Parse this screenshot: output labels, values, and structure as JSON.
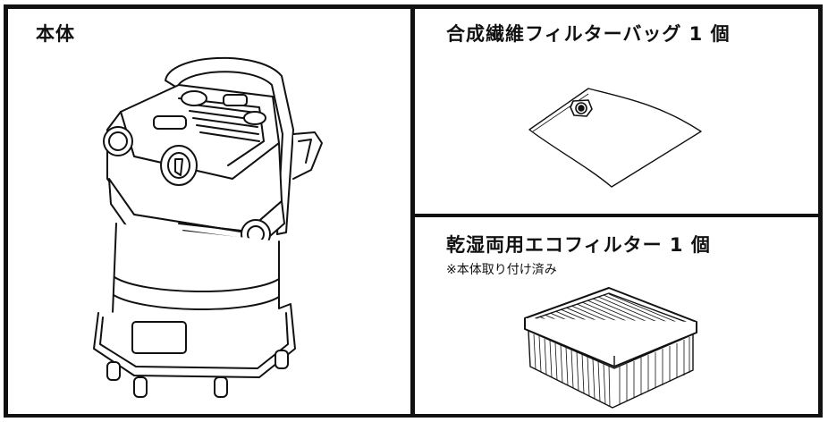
{
  "panels": {
    "main_unit": {
      "label": "本体"
    },
    "filter_bag": {
      "label": "合成繊維フィルターバッグ 1 個"
    },
    "eco_filter": {
      "label": "乾湿両用エコフィルター 1 個",
      "note": "※本体取り付け済み"
    }
  },
  "icons": {
    "main_unit": "vacuum-cleaner-icon",
    "filter_bag": "filter-bag-icon",
    "eco_filter": "pleated-filter-icon"
  },
  "colors": {
    "line": "#111111",
    "background": "#ffffff"
  }
}
